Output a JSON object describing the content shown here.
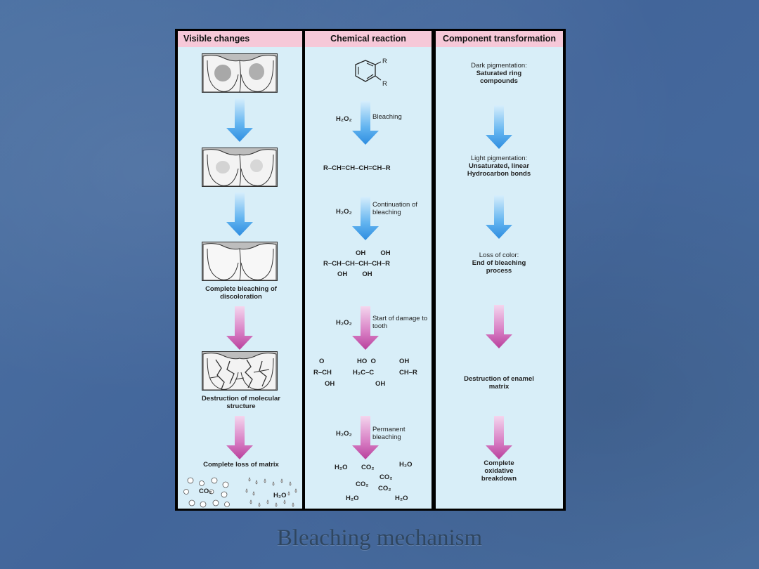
{
  "headers": {
    "visible": "Visible changes",
    "chemical": "Chemical reaction",
    "component": "Component transformation"
  },
  "visible": {
    "complete_bleaching": "Complete bleaching of discoloration",
    "destruction_molecular": "Destruction of molecular structure",
    "complete_loss": "Complete loss of matrix",
    "co2": "CO₂",
    "h2o": "H₂O"
  },
  "chemical": {
    "r1": "R",
    "r2": "R",
    "h2o2": "H₂O₂",
    "step1": "Bleaching",
    "chain1": "R–CH=CH–CH=CH–R",
    "step2": "Continuation of bleaching",
    "chain2_top": "OH        OH",
    "chain2": "R–CH–CH–CH–CH–R",
    "chain2_bot": "OH        OH",
    "step3": "Start of damage to tooth",
    "step4": "Permanent bleaching",
    "frag1_top": "O",
    "frag1": "R–CH",
    "frag1_bot": "OH",
    "frag2_top": "HO  O",
    "frag2": "H₂C–C",
    "frag2_bot": "OH",
    "frag3_top": "OH",
    "frag3": "CH–R",
    "p_h2o": "H₂O",
    "p_co2": "CO₂"
  },
  "component": {
    "s1_a": "Dark pigmentation:",
    "s1_b": "Saturated ring compounds",
    "s2_a": "Light pigmentation:",
    "s2_b": "Unsaturated, linear Hydrocarbon bonds",
    "s3_a": "Loss of color:",
    "s3_b": "End of bleaching process",
    "s4": "Destruction of enamel matrix",
    "s5": "Complete oxidative breakdown"
  },
  "caption": "Bleaching mechanism",
  "colors": {
    "blue_arrow": "#3a9ae8",
    "magenta_arrow": "#c34fa8",
    "header_pink": "#f6c8d8",
    "panel_bg": "#d8eef8"
  }
}
